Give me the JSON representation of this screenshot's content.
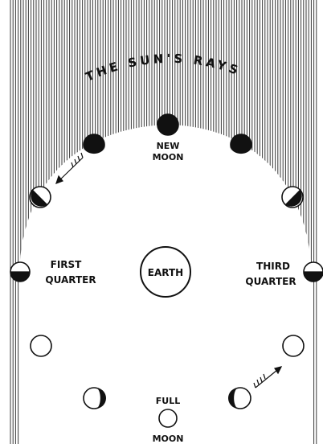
{
  "title_arc": "THE SUN'S RAYS",
  "labels": {
    "new_moon": [
      "NEW",
      "MOON"
    ],
    "first_quarter": [
      "FIRST",
      "QUARTER"
    ],
    "third_quarter": [
      "THIRD",
      "QUARTER"
    ],
    "full_moon": [
      "FULL",
      "MOON"
    ],
    "earth": "EARTH"
  },
  "colors": {
    "ink": "#111111",
    "paper": "#ffffff"
  }
}
